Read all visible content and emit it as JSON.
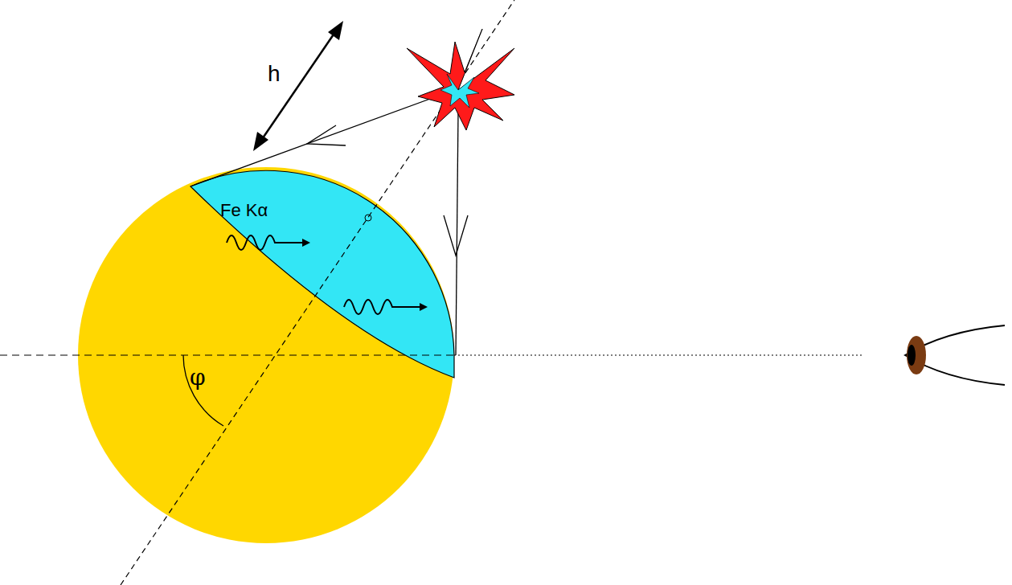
{
  "diagram": {
    "labels": [
      "h",
      "Fe Kα",
      "φ"
    ]
  }
}
